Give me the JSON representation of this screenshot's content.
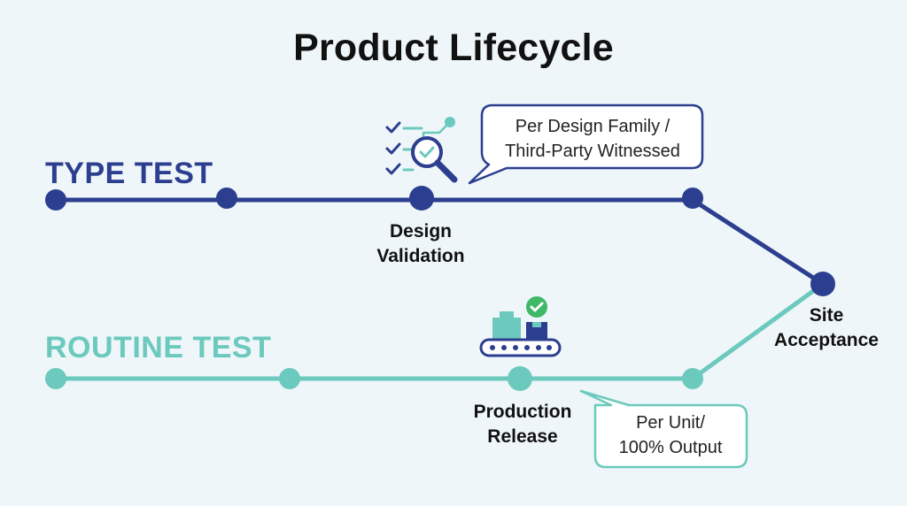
{
  "title": "Product Lifecycle",
  "lanes": {
    "type_test": {
      "label": "TYPE TEST",
      "color": "#2c3e8f"
    },
    "routine_test": {
      "label": "ROUTINE TEST",
      "color": "#6cc9bd"
    }
  },
  "nodes": {
    "design_validation": {
      "line1": "Design",
      "line2": "Validation"
    },
    "site_acceptance": {
      "line1": "Site",
      "line2": "Acceptance"
    },
    "production_release": {
      "line1": "Production",
      "line2": "Release"
    }
  },
  "callouts": {
    "type_test": {
      "line1": "Per Design Family /",
      "line2": "Third-Party Witnessed"
    },
    "routine_test": {
      "line1": "Per Unit/",
      "line2": "100% Output"
    }
  },
  "icons": {
    "design_validation": "checklist-magnifier-icon",
    "production_release": "conveyor-boxes-check-icon"
  },
  "colors": {
    "background": "#eef6f9",
    "check_green": "#3fb868"
  }
}
